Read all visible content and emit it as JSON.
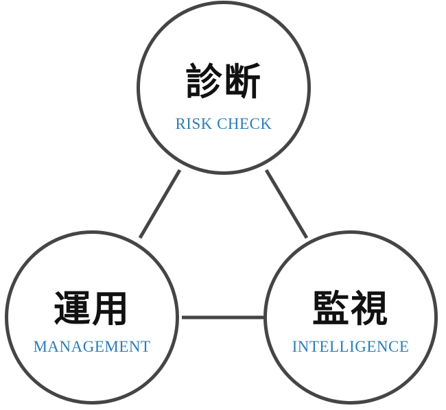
{
  "diagram": {
    "nodes": [
      {
        "id": "top",
        "title": "診断",
        "subtitle": "RISK CHECK"
      },
      {
        "id": "left",
        "title": "運用",
        "subtitle": "MANAGEMENT"
      },
      {
        "id": "right",
        "title": "監視",
        "subtitle": "INTELLIGENCE"
      }
    ],
    "edges": [
      {
        "from": "top",
        "to": "left"
      },
      {
        "from": "top",
        "to": "right"
      },
      {
        "from": "left",
        "to": "right"
      }
    ]
  },
  "colors": {
    "circle_stroke": "#454545",
    "connector": "#454545",
    "title_text": "#111111",
    "subtitle_text": "#2a7db8",
    "background": "#ffffff"
  }
}
